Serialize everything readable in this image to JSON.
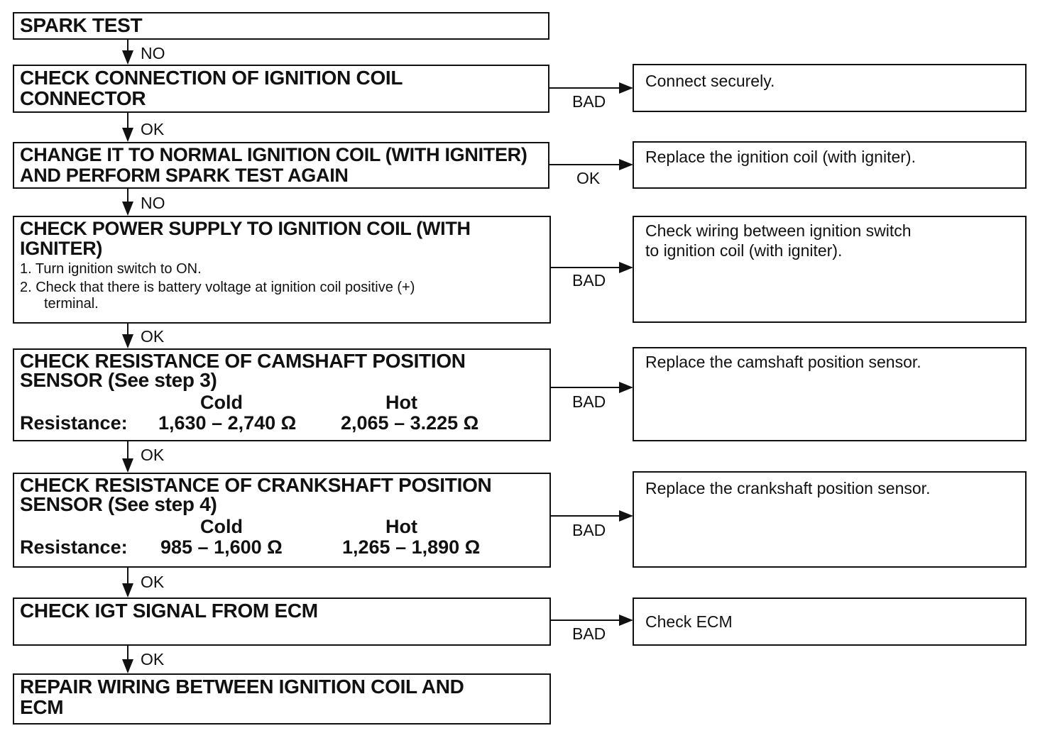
{
  "flow": {
    "steps": [
      {
        "title": "SPARK TEST"
      },
      {
        "title": "CHECK CONNECTION OF IGNITION COIL CONNECTOR",
        "branch_label": "BAD",
        "result": "Connect securely.",
        "down_label": "NO"
      },
      {
        "title": "CHANGE IT TO NORMAL IGNITION COIL (WITH IGNITER) AND PERFORM SPARK TEST AGAIN",
        "branch_label": "OK",
        "result": "Replace the ignition coil (with igniter).",
        "down_label": "OK"
      },
      {
        "title": "CHECK POWER SUPPLY TO IGNITION COIL (WITH IGNITER)",
        "instructions": [
          "1. Turn ignition switch to ON.",
          "2. Check that there is battery voltage at ignition coil positive (+)",
          "terminal."
        ],
        "branch_label": "BAD",
        "result_lines": [
          "Check wiring between ignition switch",
          "to ignition coil (with igniter)."
        ],
        "down_label": "NO"
      },
      {
        "title": "CHECK RESISTANCE OF CAMSHAFT POSITION SENSOR (See step 3)",
        "resistance": {
          "cold_label": "Cold",
          "hot_label": "Hot",
          "label": "Resistance:",
          "cold": "1,630 – 2,740 Ω",
          "hot": "2,065 – 3.225 Ω"
        },
        "branch_label": "BAD",
        "result": "Replace the camshaft position sensor.",
        "down_label": "OK"
      },
      {
        "title": "CHECK RESISTANCE OF CRANKSHAFT POSITION SENSOR (See step 4)",
        "resistance": {
          "cold_label": "Cold",
          "hot_label": "Hot",
          "label": "Resistance:",
          "cold": "985 – 1,600 Ω",
          "hot": "1,265 – 1,890 Ω"
        },
        "branch_label": "BAD",
        "result": "Replace the crankshaft position sensor.",
        "down_label": "OK"
      },
      {
        "title": "CHECK IGT SIGNAL FROM ECM",
        "branch_label": "BAD",
        "result": "Check ECM",
        "down_label": "OK"
      },
      {
        "title": "REPAIR WIRING BETWEEN IGNITION COIL AND ECM",
        "down_label": "OK"
      }
    ]
  }
}
